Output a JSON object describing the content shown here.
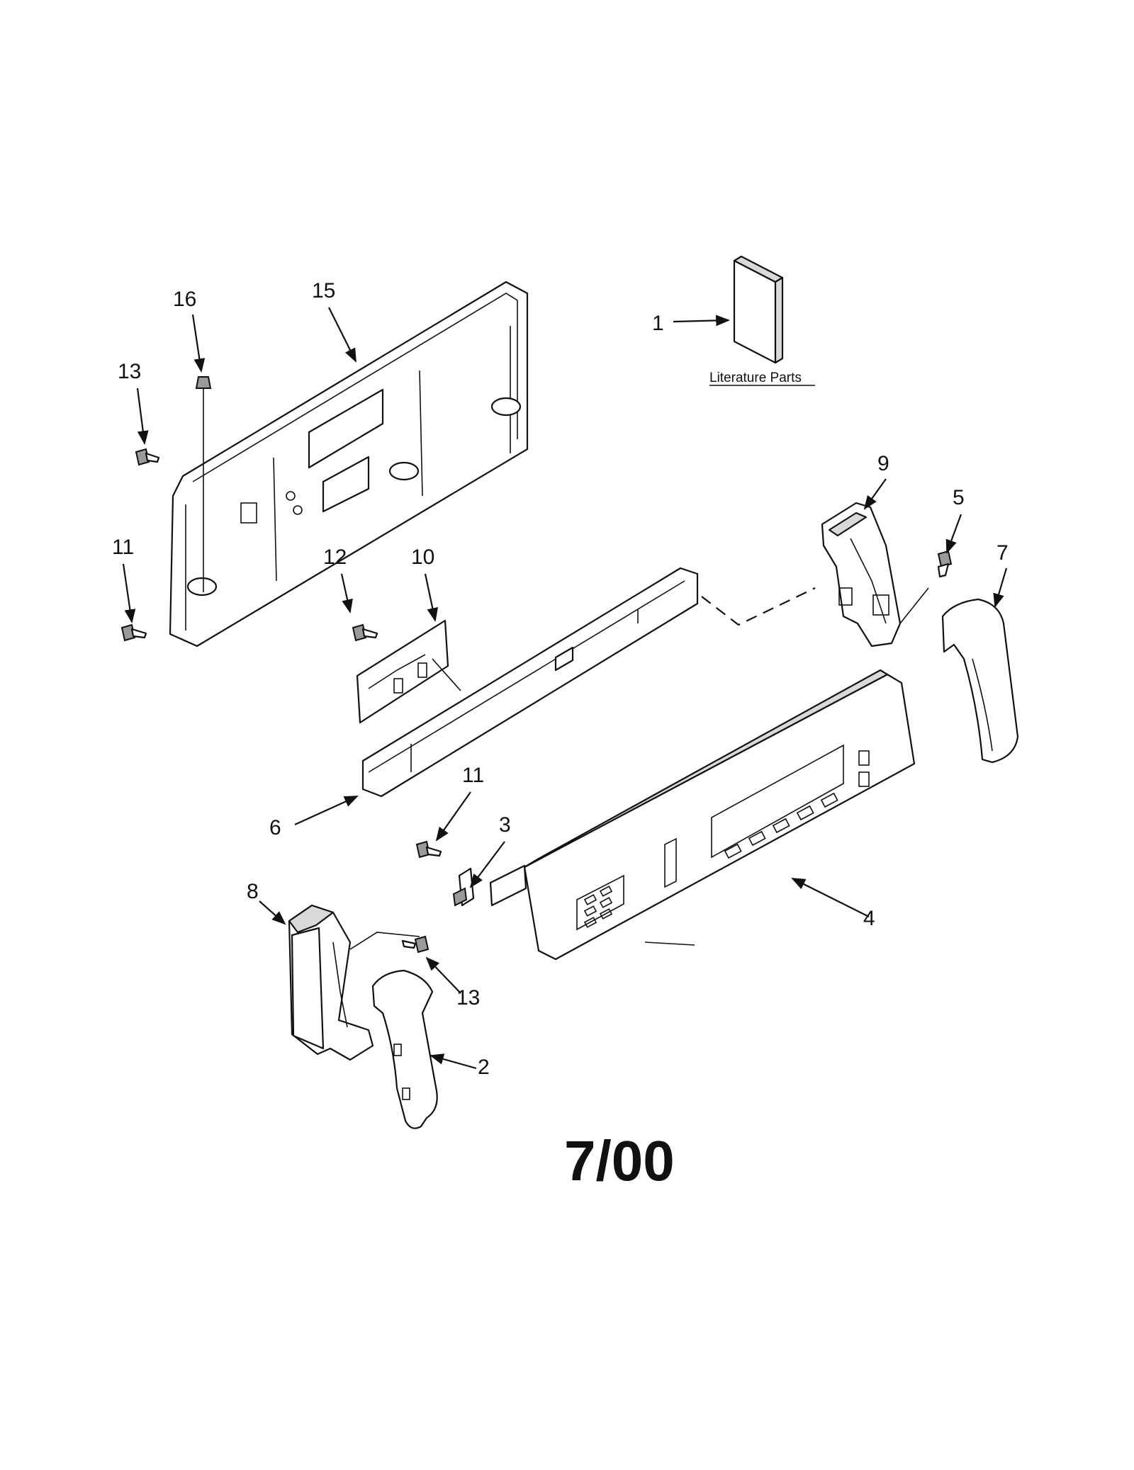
{
  "literature": {
    "label": "Literature Parts"
  },
  "revision": {
    "date": "7/00"
  },
  "callouts": {
    "c1": "1",
    "c2": "2",
    "c3": "3",
    "c4": "4",
    "c5": "5",
    "c6": "6",
    "c7": "7",
    "c8": "8",
    "c9": "9",
    "c10": "10",
    "c11a": "11",
    "c11b": "11",
    "c12": "12",
    "c13a": "13",
    "c13b": "13",
    "c15": "15",
    "c16": "16"
  }
}
